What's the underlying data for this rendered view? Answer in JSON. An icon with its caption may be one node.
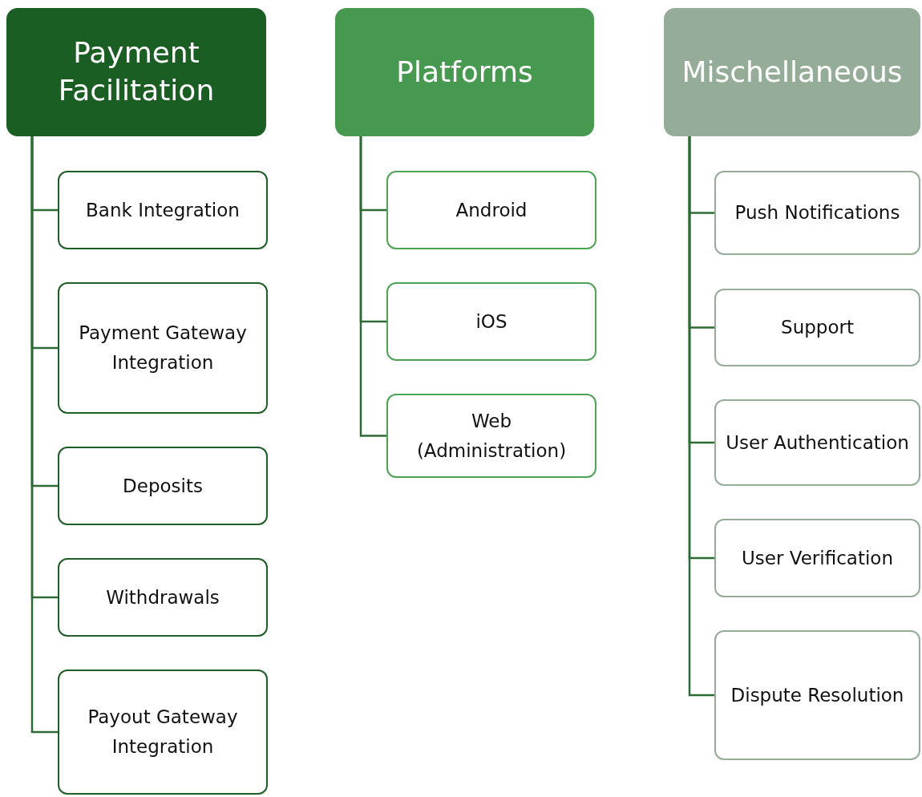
{
  "diagram": {
    "nodes": [
      {
        "text": [
          "Payment Facilitation"
        ]
      },
      {
        "text": [
          "Bank Integration"
        ]
      },
      {
        "text": [
          "Payment Gateway Integration"
        ]
      },
      {
        "text": [
          "Deposits"
        ]
      },
      {
        "text": [
          "Withdrawals"
        ]
      },
      {
        "text": [
          "Payout Gateway Integration"
        ]
      },
      {
        "text": [
          "Platforms"
        ]
      },
      {
        "text": [
          "Android"
        ]
      },
      {
        "text": [
          "iOS"
        ]
      },
      {
        "text": [
          "Web (Administration)"
        ]
      },
      {
        "text": [
          "Mischellaneous"
        ]
      },
      {
        "text": [
          "Push Notifications"
        ]
      },
      {
        "text": [
          "Support"
        ]
      },
      {
        "text": [
          "User Authentication"
        ]
      },
      {
        "text": [
          "User Verification"
        ]
      },
      {
        "text": [
          "Dispute Resolution"
        ]
      }
    ],
    "edges": [
      {
        "from": 0,
        "to": 1,
        "arrow": "none"
      },
      {
        "from": 0,
        "to": 2,
        "arrow": "none"
      },
      {
        "from": 0,
        "to": 3,
        "arrow": "none"
      },
      {
        "from": 0,
        "to": 4,
        "arrow": "none"
      },
      {
        "from": 0,
        "to": 5,
        "arrow": "none"
      },
      {
        "from": 6,
        "to": 7,
        "arrow": "none"
      },
      {
        "from": 6,
        "to": 8,
        "arrow": "none"
      },
      {
        "from": 6,
        "to": 9,
        "arrow": "none"
      },
      {
        "from": 10,
        "to": 11,
        "arrow": "none"
      },
      {
        "from": 10,
        "to": 12,
        "arrow": "none"
      },
      {
        "from": 10,
        "to": 13,
        "arrow": "none"
      },
      {
        "from": 10,
        "to": 14,
        "arrow": "none"
      },
      {
        "from": 10,
        "to": 15,
        "arrow": "none"
      }
    ]
  }
}
